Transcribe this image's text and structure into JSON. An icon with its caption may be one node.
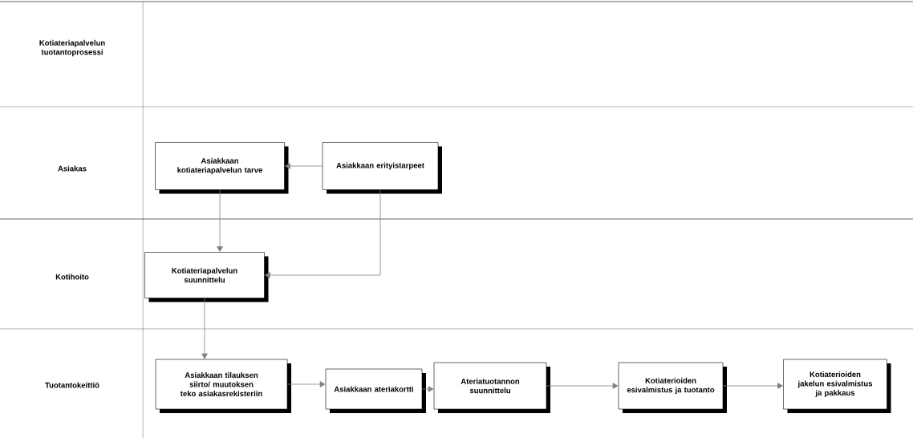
{
  "diagram": {
    "nodes": [
      {
        "text": [
          "Kotiateriapalvelun tuotantoprosessi"
        ]
      },
      {
        "text": [
          "Asiakas"
        ]
      },
      {
        "text": [
          "Kotihoito"
        ]
      },
      {
        "text": [
          "Tuotantokeittiö"
        ]
      },
      {
        "text": [
          "Asiakkaan kotiateriapalvelun tarve"
        ]
      },
      {
        "text": [
          "Asiakkaan erityistarpeet"
        ]
      },
      {
        "text": [
          "Kotiateriapalvelun suunnittelu"
        ]
      },
      {
        "text": [
          "Asiakkaan tilauksen siirto/ muutoksen teko asiakasrekisteriin"
        ]
      },
      {
        "text": [
          "Asiakkaan ateriakortti"
        ]
      },
      {
        "text": [
          "Ateriatuotannon suunnittelu"
        ]
      },
      {
        "text": [
          "Kotiaterioiden esivalmistus ja tuotanto"
        ]
      },
      {
        "text": [
          "Kotiaterioiden jakelun esivalmistus ja pakkaus"
        ]
      }
    ],
    "edges": [
      {
        "from": 5,
        "to": 4,
        "arrow": "to"
      },
      {
        "from": 4,
        "to": 6,
        "arrow": "to"
      },
      {
        "from": 5,
        "to": 6,
        "arrow": "to"
      },
      {
        "from": 6,
        "to": 7,
        "arrow": "to"
      },
      {
        "from": 7,
        "to": 8,
        "arrow": "to"
      },
      {
        "from": 8,
        "to": 9,
        "arrow": "to"
      },
      {
        "from": 9,
        "to": 10,
        "arrow": "to"
      },
      {
        "from": 10,
        "to": 11,
        "arrow": "to"
      }
    ]
  }
}
